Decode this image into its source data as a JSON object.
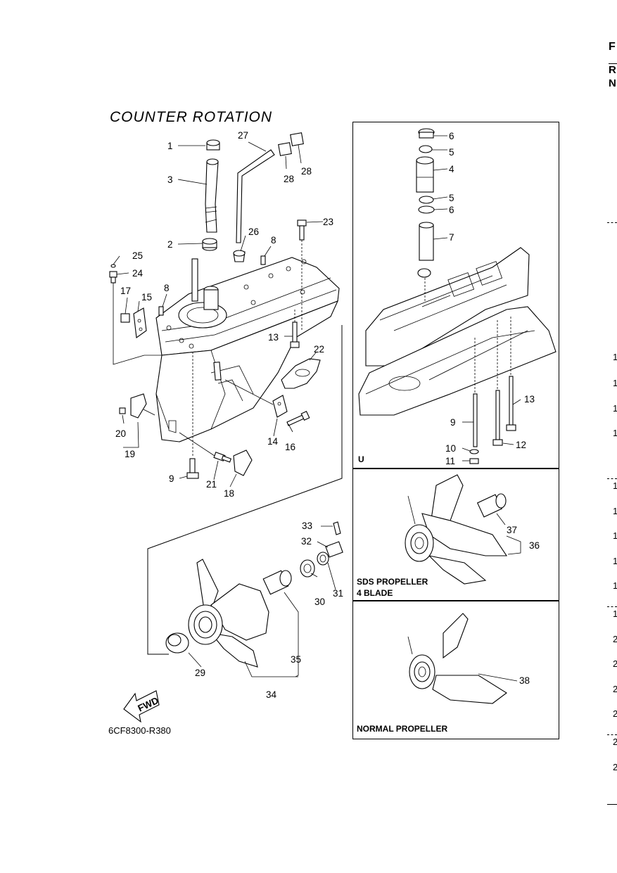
{
  "header": {
    "title": "COUNTER  ROTATION",
    "code": "6CF8300-R380",
    "edge_letters": [
      "F",
      "R",
      "N"
    ],
    "edge_numbers": [
      "1",
      "1",
      "1",
      "1",
      "1",
      "1",
      "1",
      "1",
      "1",
      "1",
      "2",
      "2",
      "2",
      "2",
      "2",
      "2"
    ]
  },
  "inset_boxes": {
    "upper": {
      "label": "U"
    },
    "sds": {
      "label_line1": "SDS PROPELLER",
      "label_line2": "4 BLADE"
    },
    "normal": {
      "label": "NORMAL PROPELLER"
    }
  },
  "fwd_arrow": {
    "label": "FWD"
  },
  "callouts": [
    {
      "id": "c1",
      "text": "1"
    },
    {
      "id": "c2",
      "text": "2"
    },
    {
      "id": "c3",
      "text": "3"
    },
    {
      "id": "c8a",
      "text": "8"
    },
    {
      "id": "c8b",
      "text": "8"
    },
    {
      "id": "c9",
      "text": "9"
    },
    {
      "id": "c13",
      "text": "13"
    },
    {
      "id": "c14",
      "text": "14"
    },
    {
      "id": "c15",
      "text": "15"
    },
    {
      "id": "c16",
      "text": "16"
    },
    {
      "id": "c17",
      "text": "17"
    },
    {
      "id": "c18",
      "text": "18"
    },
    {
      "id": "c19",
      "text": "19"
    },
    {
      "id": "c20",
      "text": "20"
    },
    {
      "id": "c21",
      "text": "21"
    },
    {
      "id": "c22",
      "text": "22"
    },
    {
      "id": "c23",
      "text": "23"
    },
    {
      "id": "c24",
      "text": "24"
    },
    {
      "id": "c25",
      "text": "25"
    },
    {
      "id": "c26",
      "text": "26"
    },
    {
      "id": "c27",
      "text": "27"
    },
    {
      "id": "c28a",
      "text": "28"
    },
    {
      "id": "c28b",
      "text": "28"
    },
    {
      "id": "c29",
      "text": "29"
    },
    {
      "id": "c30",
      "text": "30"
    },
    {
      "id": "c31",
      "text": "31"
    },
    {
      "id": "c32",
      "text": "32"
    },
    {
      "id": "c33",
      "text": "33"
    },
    {
      "id": "c34",
      "text": "34"
    },
    {
      "id": "c35",
      "text": "35"
    },
    {
      "id": "u6a",
      "text": "6"
    },
    {
      "id": "u5a",
      "text": "5"
    },
    {
      "id": "u4",
      "text": "4"
    },
    {
      "id": "u5b",
      "text": "5"
    },
    {
      "id": "u6b",
      "text": "6"
    },
    {
      "id": "u7",
      "text": "7"
    },
    {
      "id": "u13",
      "text": "13"
    },
    {
      "id": "u9",
      "text": "9"
    },
    {
      "id": "u12",
      "text": "12"
    },
    {
      "id": "u10",
      "text": "10"
    },
    {
      "id": "u11",
      "text": "11"
    },
    {
      "id": "s36",
      "text": "36"
    },
    {
      "id": "s37",
      "text": "37"
    },
    {
      "id": "n38",
      "text": "38"
    }
  ]
}
